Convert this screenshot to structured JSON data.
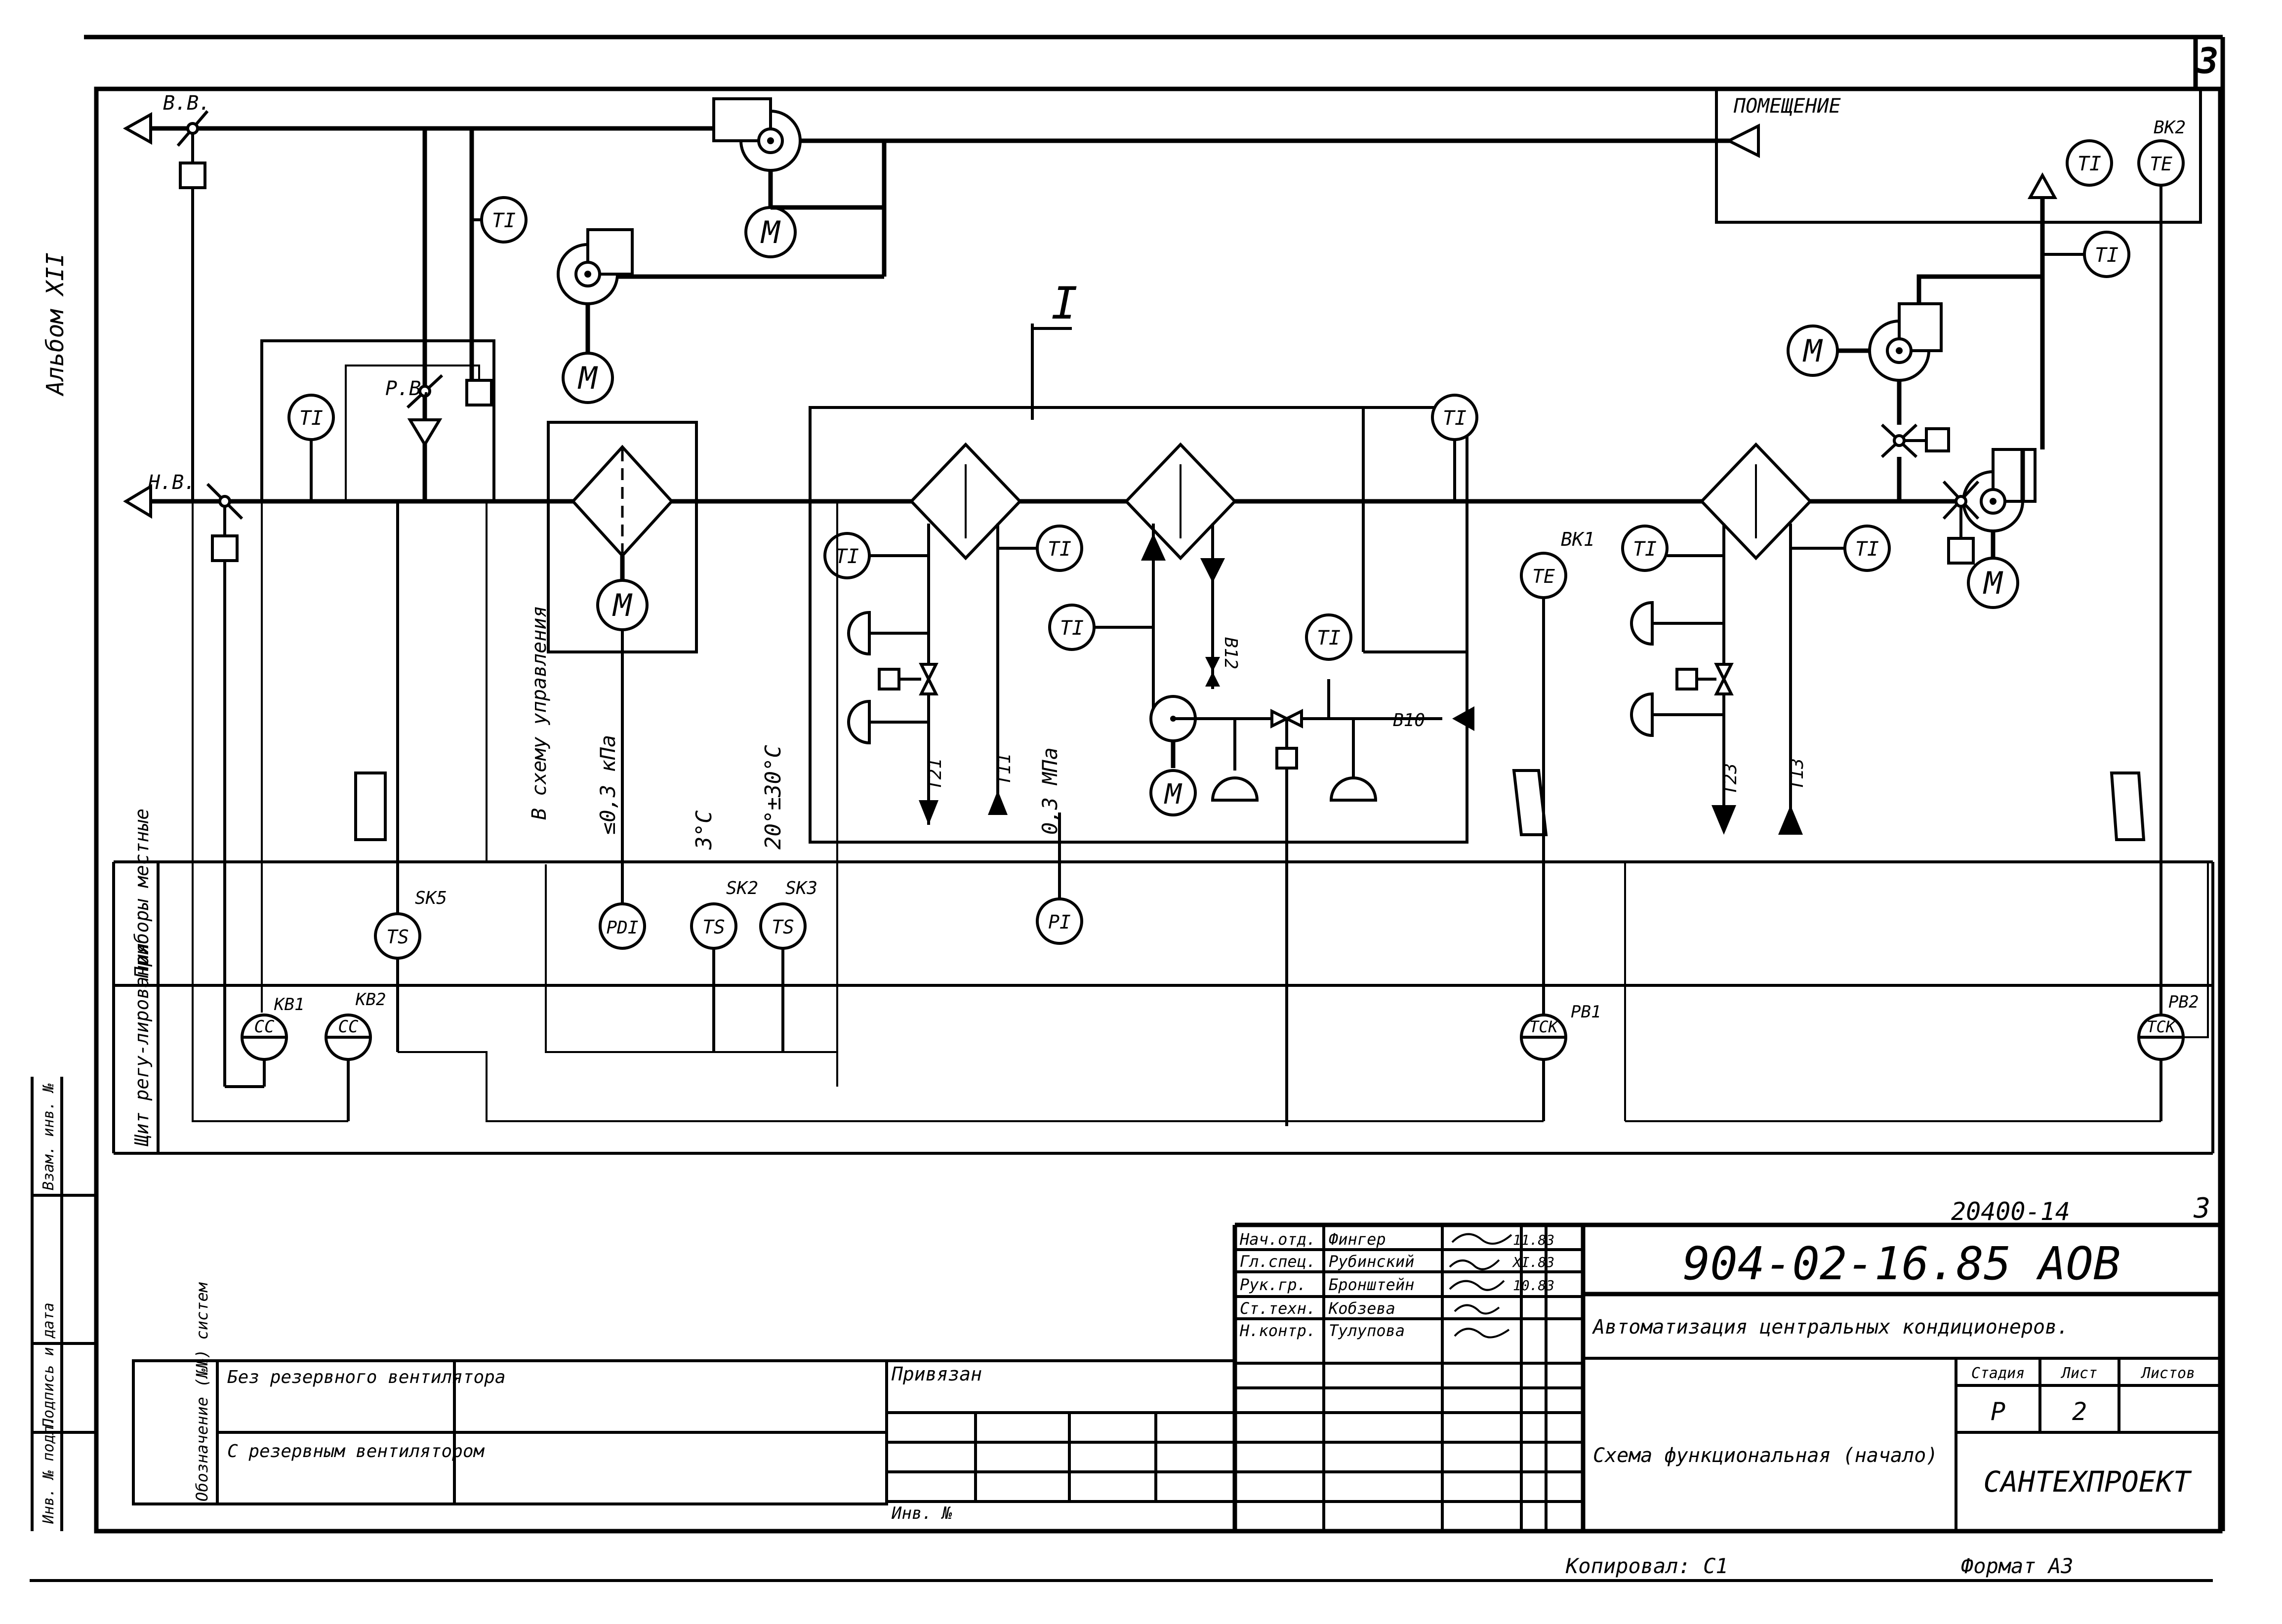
{
  "sheet": {
    "album_label": "Альбом XII",
    "corner_sheet_no": "3",
    "stamp_copy": "Копировал: С1",
    "stamp_format": "Формат А3",
    "side_labels": [
      "Инв. № подл.",
      "Подпись и дата",
      "Взам. инв. №"
    ]
  },
  "diagram": {
    "callout": "I",
    "room_label": "ПОМЕЩЕНИЕ",
    "dampers": {
      "exhaust": "В.В.",
      "recirc": "Р.В.",
      "intake": "Н.В."
    },
    "motor_label": "М",
    "instruments": {
      "thermometer": "TI",
      "pressure_gauge": "PI",
      "pressure_diff": "PDI",
      "temp_switch": "TS",
      "temp_element": "TE",
      "controller": "TCK",
      "regulator": "CC"
    },
    "tags": [
      "SK5",
      "SK2",
      "SK3",
      "BK1",
      "BK2",
      "KB1",
      "KB2",
      "PB1",
      "PB2"
    ],
    "pipe_tags": [
      "T21",
      "T11",
      "T23",
      "T13",
      "B10",
      "B12"
    ],
    "field_notes": [
      "В схему управления",
      "≤0,3 кПа",
      "3°С",
      "20°±30°С",
      "0,3 МПа"
    ],
    "rows": [
      "Приборы местные",
      "Щит регу-лирования"
    ]
  },
  "title_block": {
    "drawing_code": "20400-14",
    "sheet_no": "3",
    "doc_number": "904-02-16.85 АОВ",
    "title": "Автоматизация центральных кондиционеров.",
    "subtitle": "Схема функциональная (начало)",
    "org": "САНТЕХПРОЕКТ",
    "stage_header": "Стадия",
    "sheet_header": "Лист",
    "sheets_header": "Листов",
    "stage": "Р",
    "sheet": "2",
    "roles": [
      {
        "role": "Нач.отд.",
        "name": "Фингер",
        "date": "11.83"
      },
      {
        "role": "Гл.спец.",
        "name": "Рубинский",
        "date": "XI.83"
      },
      {
        "role": "Рук.гр.",
        "name": "Бронштейн",
        "date": "10.83"
      },
      {
        "role": "Ст.техн.",
        "name": "Кобзева",
        "date": ""
      },
      {
        "role": "Н.контр.",
        "name": "Тулупова",
        "date": ""
      }
    ],
    "systems_header": "Обозначение (№№) систем",
    "system_options": [
      "Без резервного вентилятора",
      "С резервным вентилятором"
    ],
    "binding_label": "Привязан",
    "inv_label": "Инв. №"
  }
}
